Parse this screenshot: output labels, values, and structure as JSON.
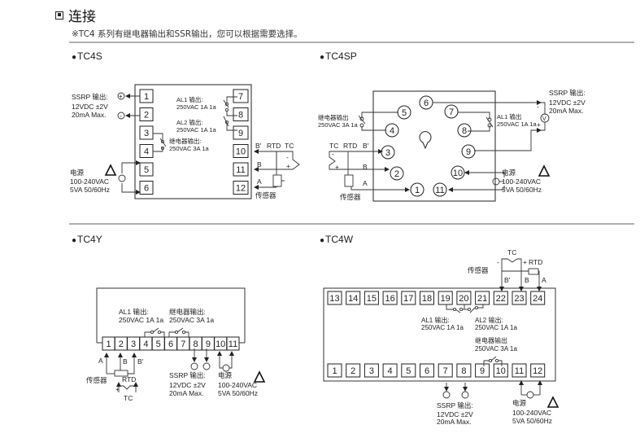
{
  "header": {
    "title": "连接",
    "note": "※TC4 系列有继电器输出和SSR输出，您可以根据需要选择。"
  },
  "common_labels": {
    "ssrp_output": "SSRP 输出:",
    "ssrp_voltage": "12VDC ±2V",
    "ssrp_current": "20mA Max.",
    "power": "电源",
    "power_voltage": "100-240VAC",
    "power_spec": "5VA 50/60Hz",
    "sensor": "传感器",
    "relay_output": "继电器输出:",
    "relay_output_nocolon": "继电器输出",
    "relay_rating": "250VAC 3A 1a",
    "al1_output": "AL1 输出:",
    "al1_output_nocolon": "AL1 输出",
    "al2_output": "AL2 输出:",
    "alarm_rating": "250VAC 1A 1a",
    "tc": "TC",
    "rtd": "RTD",
    "b_prime": "B'",
    "b": "B",
    "a": "A",
    "plus": "+",
    "minus": "-",
    "v": "V",
    "warning_icon": "warning-triangle-icon"
  },
  "diagrams": [
    {
      "model": "TC4S",
      "terminals_left": [
        "1",
        "2",
        "3",
        "4",
        "5",
        "6"
      ],
      "terminals_right": [
        "7",
        "8",
        "9",
        "10",
        "11",
        "12"
      ]
    },
    {
      "model": "TC4SP",
      "terminals": [
        "1",
        "2",
        "3",
        "4",
        "5",
        "6",
        "7",
        "8",
        "9",
        "10",
        "11"
      ]
    },
    {
      "model": "TC4Y",
      "terminals": [
        "1",
        "2",
        "3",
        "4",
        "5",
        "6",
        "7",
        "8",
        "9",
        "10",
        "11"
      ]
    },
    {
      "model": "TC4W",
      "terminals_top": [
        "13",
        "14",
        "15",
        "16",
        "17",
        "18",
        "19",
        "20",
        "21",
        "22",
        "23",
        "24"
      ],
      "terminals_bottom": [
        "1",
        "2",
        "3",
        "4",
        "5",
        "6",
        "7",
        "8",
        "9",
        "10",
        "11",
        "12"
      ]
    }
  ]
}
